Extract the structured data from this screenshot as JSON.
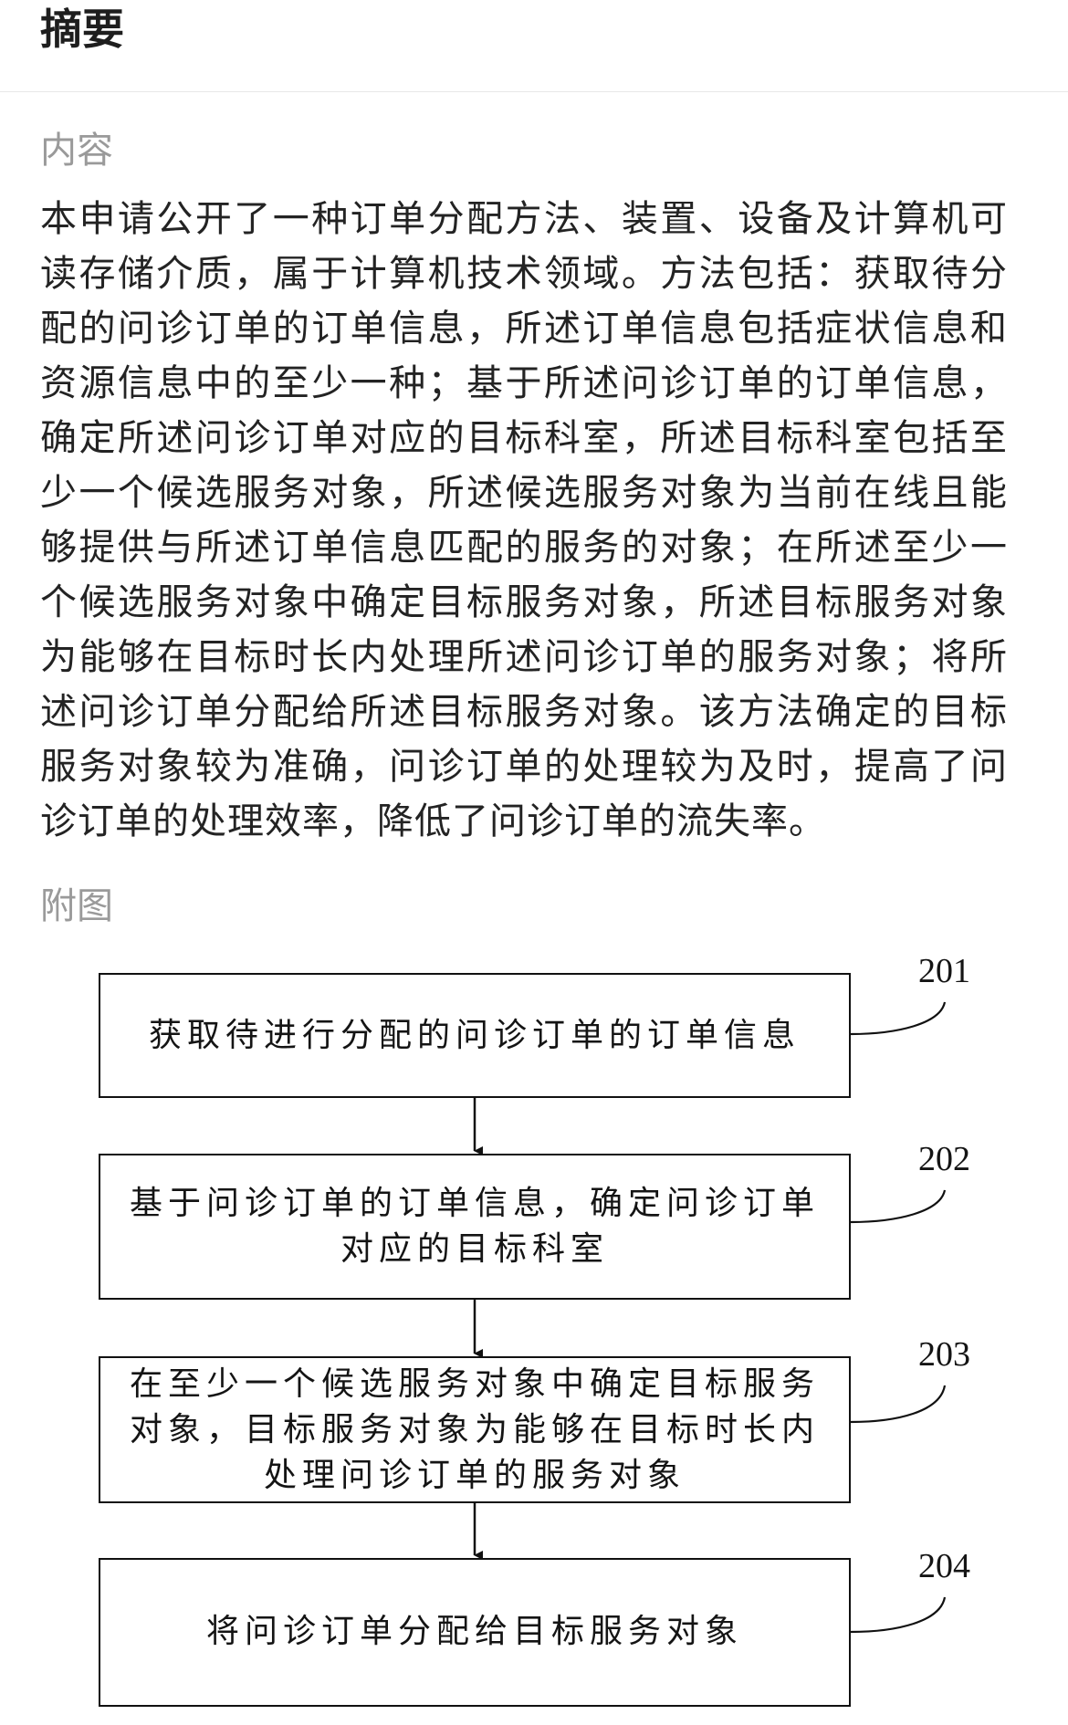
{
  "header": {
    "title": "摘要"
  },
  "abstract": {
    "label": "内容",
    "text": "本申请公开了一种订单分配方法、装置、设备及计算机可读存储介质，属于计算机技术领域。方法包括：获取待分配的问诊订单的订单信息，所述订单信息包括症状信息和资源信息中的至少一种；基于所述问诊订单的订单信息，确定所述问诊订单对应的目标科室，所述目标科室包括至少一个候选服务对象，所述候选服务对象为当前在线且能够提供与所述订单信息匹配的服务的对象；在所述至少一个候选服务对象中确定目标服务对象，所述目标服务对象为能够在目标时长内处理所述问诊订单的服务对象；将所述问诊订单分配给所述目标服务对象。该方法确定的目标服务对象较为准确，问诊订单的处理较为及时，提高了问诊订单的处理效率，降低了问诊订单的流失率。"
  },
  "figure": {
    "label": "附图",
    "steps": [
      {
        "ref": "201",
        "text": "获取待进行分配的问诊订单的订单信息"
      },
      {
        "ref": "202",
        "text": "基于问诊订单的订单信息，确定问诊订单对应的目标科室"
      },
      {
        "ref": "203",
        "text": "在至少一个候选服务对象中确定目标服务对象，目标服务对象为能够在目标时长内处理问诊订单的服务对象"
      },
      {
        "ref": "204",
        "text": "将问诊订单分配给目标服务对象"
      }
    ]
  }
}
